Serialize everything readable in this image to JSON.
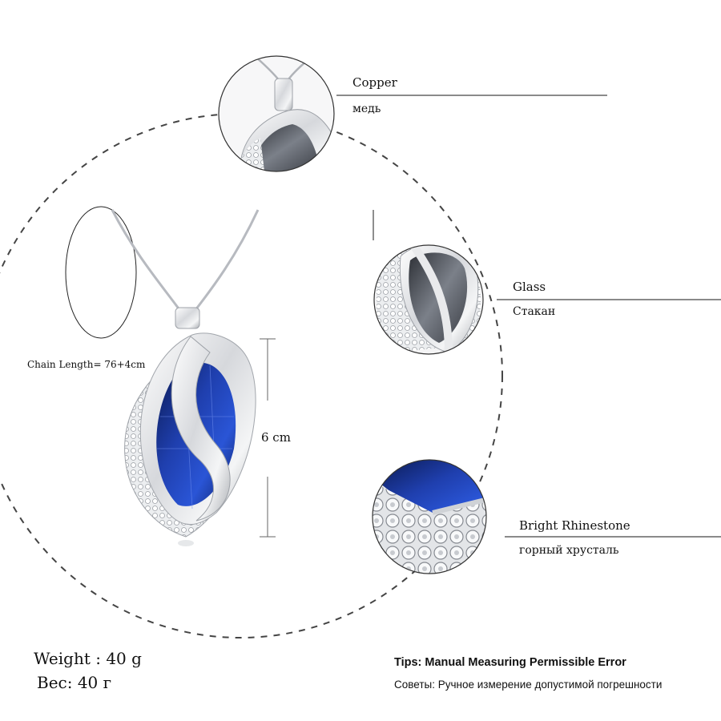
{
  "labels": {
    "copper_en": "Copper",
    "copper_ru": "медь",
    "glass_en": "Glass",
    "glass_ru": "Стакан",
    "rhinestone_en": "Bright Rhinestone",
    "rhinestone_ru": "горный хрусталь",
    "chain_length": "Chain Length= 76+4cm",
    "pendant_size": "6 cm",
    "weight_en": "Weight : 40 g",
    "weight_ru": "Вес: 40 г",
    "tips_en": "Tips: Manual Measuring Permissible Error",
    "tips_ru": "Советы: Ручное измерение допустимой погрешности"
  },
  "colors": {
    "crystal_blue": "#1f3fae",
    "crystal_dark": "#0b1a52",
    "silver": "#d8dadd",
    "glass_grey": "#5d636c",
    "dashed_circle": "#444444"
  }
}
